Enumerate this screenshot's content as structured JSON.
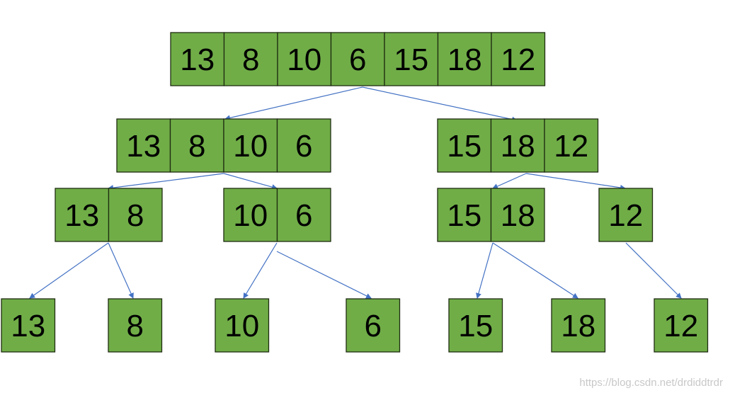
{
  "colors": {
    "cell_fill": "#70ad47",
    "cell_border": "#1f2d12",
    "arrow": "#4472c4",
    "text": "#000000",
    "watermark": "#c8c8c8"
  },
  "levels": [
    {
      "groups": [
        {
          "name": "array-full",
          "values": [
            "13",
            "8",
            "10",
            "6",
            "15",
            "18",
            "12"
          ]
        }
      ]
    },
    {
      "groups": [
        {
          "name": "array-left-half",
          "values": [
            "13",
            "8",
            "10",
            "6"
          ]
        },
        {
          "name": "array-right-half",
          "values": [
            "15",
            "18",
            "12"
          ]
        }
      ]
    },
    {
      "groups": [
        {
          "name": "array-13-8",
          "values": [
            "13",
            "8"
          ]
        },
        {
          "name": "array-10-6",
          "values": [
            "10",
            "6"
          ]
        },
        {
          "name": "array-15-18",
          "values": [
            "15",
            "18"
          ]
        },
        {
          "name": "array-12",
          "values": [
            "12"
          ]
        }
      ]
    },
    {
      "groups": [
        {
          "name": "leaf-13",
          "values": [
            "13"
          ]
        },
        {
          "name": "leaf-8",
          "values": [
            "8"
          ]
        },
        {
          "name": "leaf-10",
          "values": [
            "10"
          ]
        },
        {
          "name": "leaf-6",
          "values": [
            "6"
          ]
        },
        {
          "name": "leaf-15",
          "values": [
            "15"
          ]
        },
        {
          "name": "leaf-18",
          "values": [
            "18"
          ]
        },
        {
          "name": "leaf-12",
          "values": [
            "12"
          ]
        }
      ]
    }
  ],
  "edges": [
    {
      "from": "array-full",
      "to": "array-left-half"
    },
    {
      "from": "array-full",
      "to": "array-right-half"
    },
    {
      "from": "array-left-half",
      "to": "array-13-8"
    },
    {
      "from": "array-left-half",
      "to": "array-10-6"
    },
    {
      "from": "array-right-half",
      "to": "array-15-18"
    },
    {
      "from": "array-right-half",
      "to": "array-12"
    },
    {
      "from": "array-13-8",
      "to": "leaf-13"
    },
    {
      "from": "array-13-8",
      "to": "leaf-8"
    },
    {
      "from": "array-10-6",
      "to": "leaf-10"
    },
    {
      "from": "array-10-6",
      "to": "leaf-6"
    },
    {
      "from": "array-15-18",
      "to": "leaf-15"
    },
    {
      "from": "array-15-18",
      "to": "leaf-18"
    },
    {
      "from": "array-12",
      "to": "leaf-12"
    }
  ],
  "watermark": "https://blog.csdn.net/drdiddtrdr"
}
